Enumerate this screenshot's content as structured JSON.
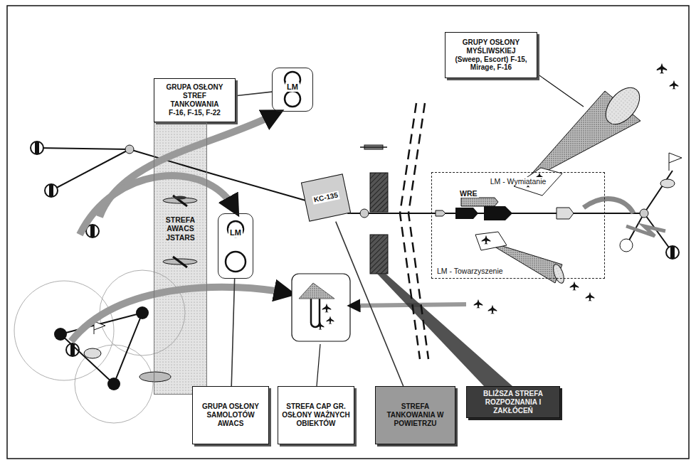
{
  "diagram": {
    "nodes": [
      {
        "text": [
          "GRUPA OSŁONY STREF TANKOWANIA",
          "F-16, F-15, F-22"
        ]
      },
      {
        "text": [
          "LM"
        ]
      },
      {
        "text": [
          "GRUPY OSŁONY MYŚLIWSKIEJ",
          "(Sweep, Escort) F-15, Mirage, F-16"
        ]
      },
      {
        "text": [
          "STREFA AWACS JSTARS"
        ]
      },
      {
        "text": [
          "KC-135"
        ]
      },
      {
        "text": [
          "LM - Wymiatanie",
          "LM - Towarzyszenie"
        ]
      },
      {
        "text": [
          "LM"
        ]
      },
      {
        "text": [
          "GRUPA OSŁONY SAMOLOTÓW AWACS"
        ]
      },
      {
        "text": [
          "STREFA CAP GR. OSŁONY WAŻNYCH OBIEKTÓW"
        ]
      },
      {
        "text": [
          "STREFA TANKOWANIA W POWIETRZU"
        ]
      },
      {
        "text": [
          "BLIŻSZA STREFA ROZPOZNANIA I ZAKŁÓCEŃ"
        ]
      }
    ],
    "edges": [
      {
        "from": 0,
        "to": 1,
        "arrow": "none"
      },
      {
        "from": 7,
        "to": 6,
        "arrow": "none"
      },
      {
        "from": 9,
        "to": 4,
        "arrow": "none"
      }
    ],
    "labels": [
      "WRE"
    ]
  }
}
